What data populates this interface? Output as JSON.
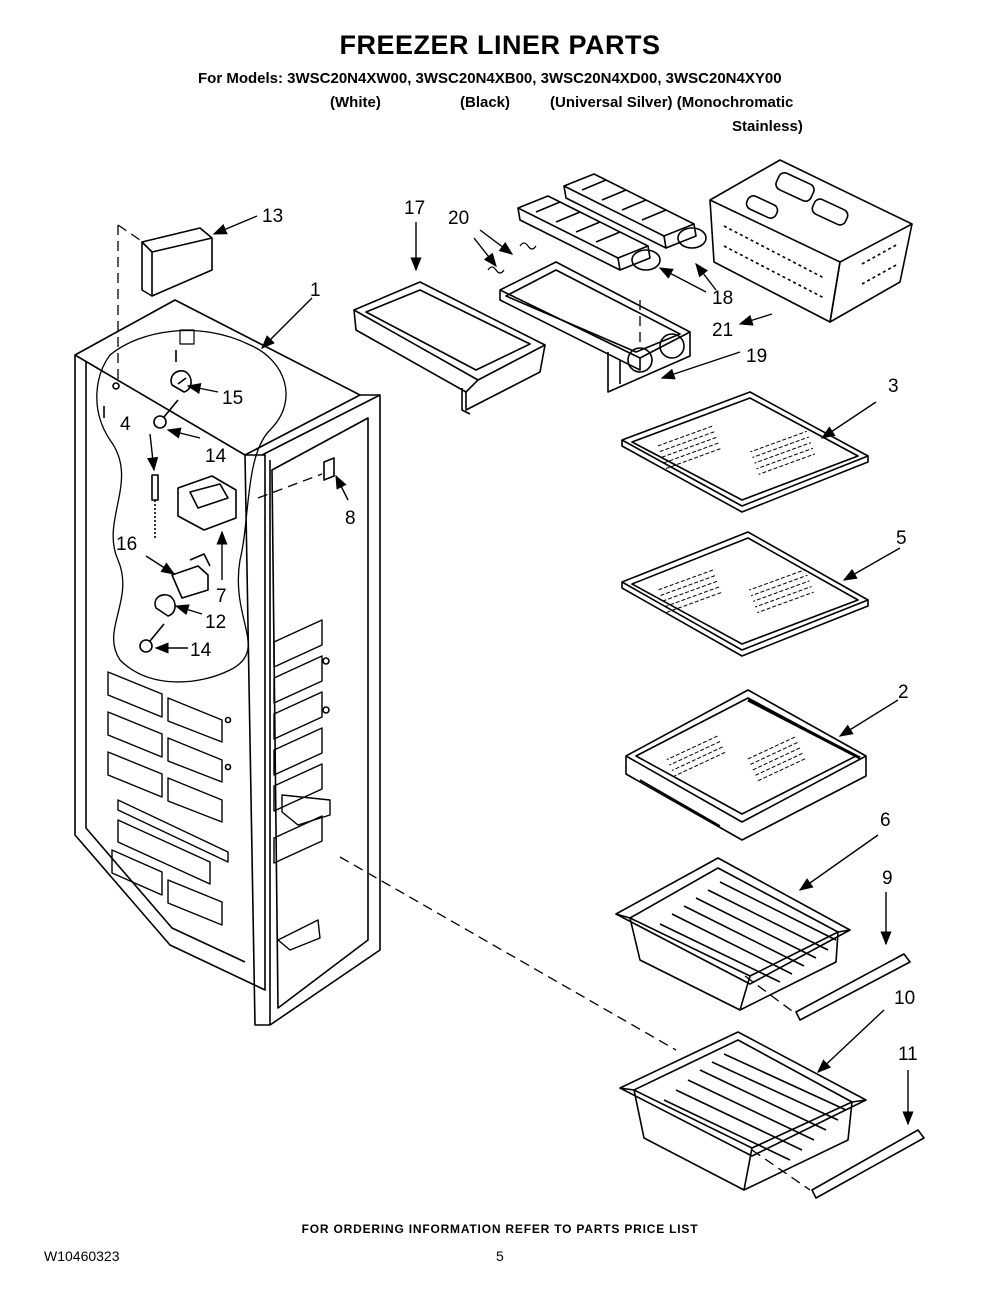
{
  "header": {
    "title": "FREEZER LINER PARTS",
    "models_line": "For Models: 3WSC20N4XW00, 3WSC20N4XB00, 3WSC20N4XD00, 3WSC20N4XY00",
    "colors": [
      "(White)",
      "(Black)",
      "(Universal Silver) (Monochromatic",
      "Stainless)"
    ]
  },
  "callouts": {
    "c1": "1",
    "c2": "2",
    "c3": "3",
    "c4": "4",
    "c5": "5",
    "c6": "6",
    "c7": "7",
    "c8": "8",
    "c9": "9",
    "c10": "10",
    "c11": "11",
    "c12": "12",
    "c13": "13",
    "c14a": "14",
    "c14b": "14",
    "c15": "15",
    "c16": "16",
    "c17": "17",
    "c18": "18",
    "c19": "19",
    "c20": "20",
    "c21": "21"
  },
  "footer": {
    "ordering_note": "FOR ORDERING INFORMATION REFER TO PARTS PRICE LIST",
    "doc_number": "W10460323",
    "page_number": "5"
  }
}
